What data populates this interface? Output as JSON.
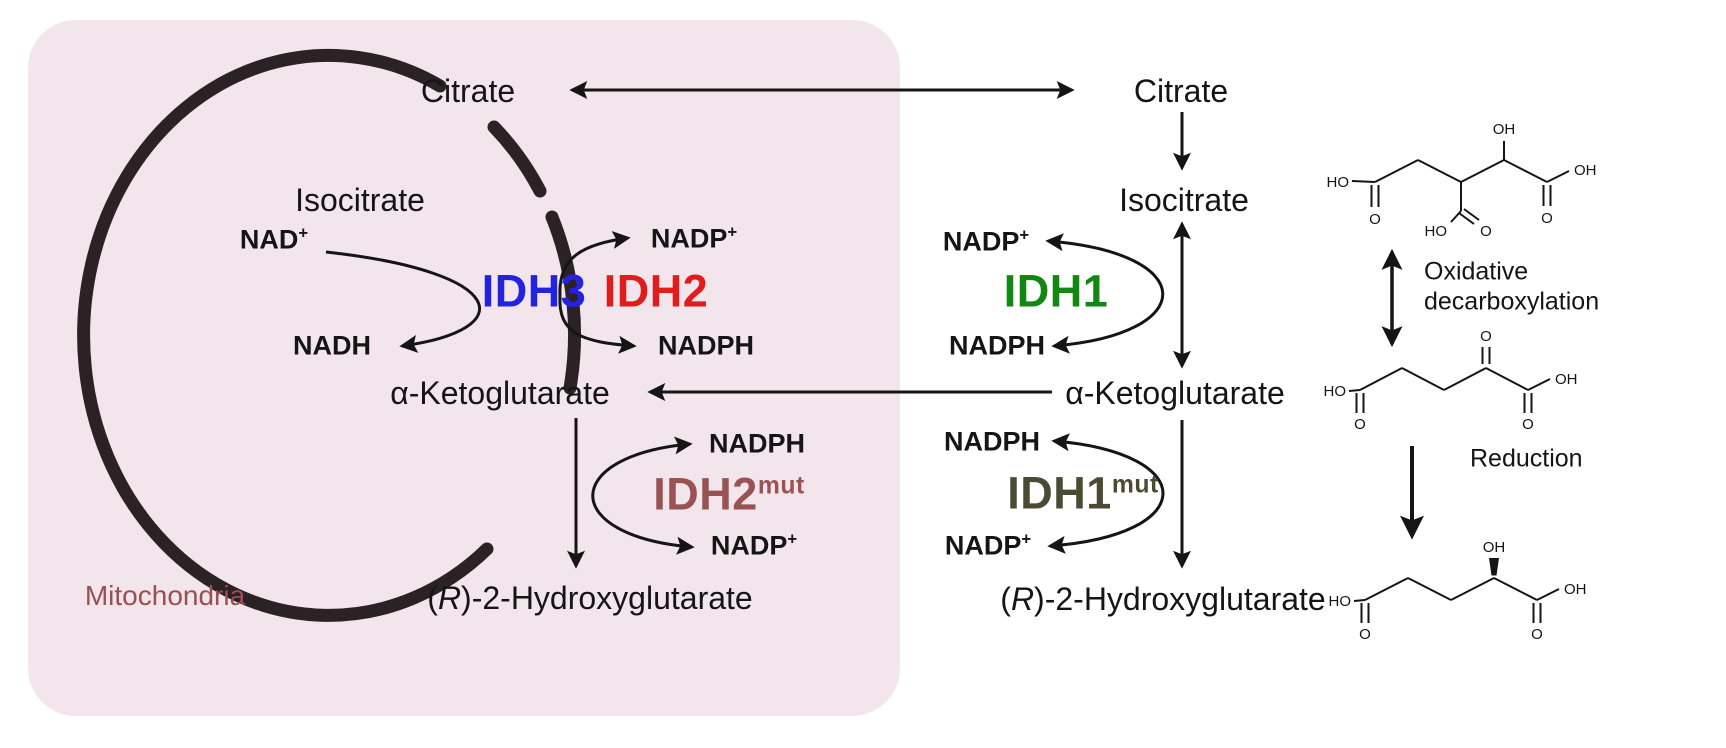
{
  "palette": {
    "background": "#ffffff",
    "arrow": "#151515",
    "text": "#151515"
  },
  "mitochondria": {
    "label": "Mitochondria",
    "fill_color": "#f2e5ec",
    "label_color": "#9b4f4f",
    "membrane_color": "#2a2224"
  },
  "mito": {
    "citrate": "Citrate",
    "isocitrate": "Isocitrate",
    "nad_plus": {
      "text": "NAD",
      "sup": "+"
    },
    "nadh": "NADH",
    "idh3": {
      "label": "IDH3",
      "color": "#2323dd"
    },
    "idh2": {
      "label": "IDH2",
      "color": "#e11c1c"
    },
    "nadp_plus": {
      "text": "NADP",
      "sup": "+"
    },
    "nadph": "NADPH",
    "akg": "α-Ketoglutarate",
    "nadph_mut": "NADPH",
    "idh2mut": {
      "label": "IDH2",
      "sup": "mut",
      "color": "#9a5353"
    },
    "nadp_plus_mut": {
      "text": "NADP",
      "sup": "+"
    },
    "r2hg": {
      "pre": "(",
      "stereo": "R",
      "post": ")-2-Hydroxyglutarate"
    }
  },
  "cytosol": {
    "citrate": "Citrate",
    "isocitrate": "Isocitrate",
    "nadp_plus": {
      "text": "NADP",
      "sup": "+"
    },
    "nadph": "NADPH",
    "idh1": {
      "label": "IDH1",
      "color": "#118811"
    },
    "akg": "α-Ketoglutarate",
    "nadph_mut": "NADPH",
    "idh1mut": {
      "label": "IDH1",
      "sup": "mut",
      "color": "#4b4b34"
    },
    "nadp_plus_mut": {
      "text": "NADP",
      "sup": "+"
    },
    "r2hg": {
      "pre": "(",
      "stereo": "R",
      "post": ")-2-Hydroxyglutarate"
    }
  },
  "reactions": {
    "oxidative_decarboxylation_line1": "Oxidative",
    "oxidative_decarboxylation_line2": "decarboxylation",
    "reduction": "Reduction"
  },
  "structures": {
    "isocitrate": {
      "ho_left": "HO",
      "o_left": "O",
      "ho_branch": "HO",
      "o_branch": "O",
      "oh_top": "OH",
      "oh_right": "OH",
      "o_right": "O"
    },
    "alpha_ketoglutarate": {
      "ho_left": "HO",
      "o_left": "O",
      "o_keto": "O",
      "oh_right": "OH",
      "o_right": "O"
    },
    "r2hg": {
      "ho_left": "HO",
      "o_left": "O",
      "oh_top": "OH",
      "oh_right": "OH",
      "o_right": "O"
    }
  }
}
